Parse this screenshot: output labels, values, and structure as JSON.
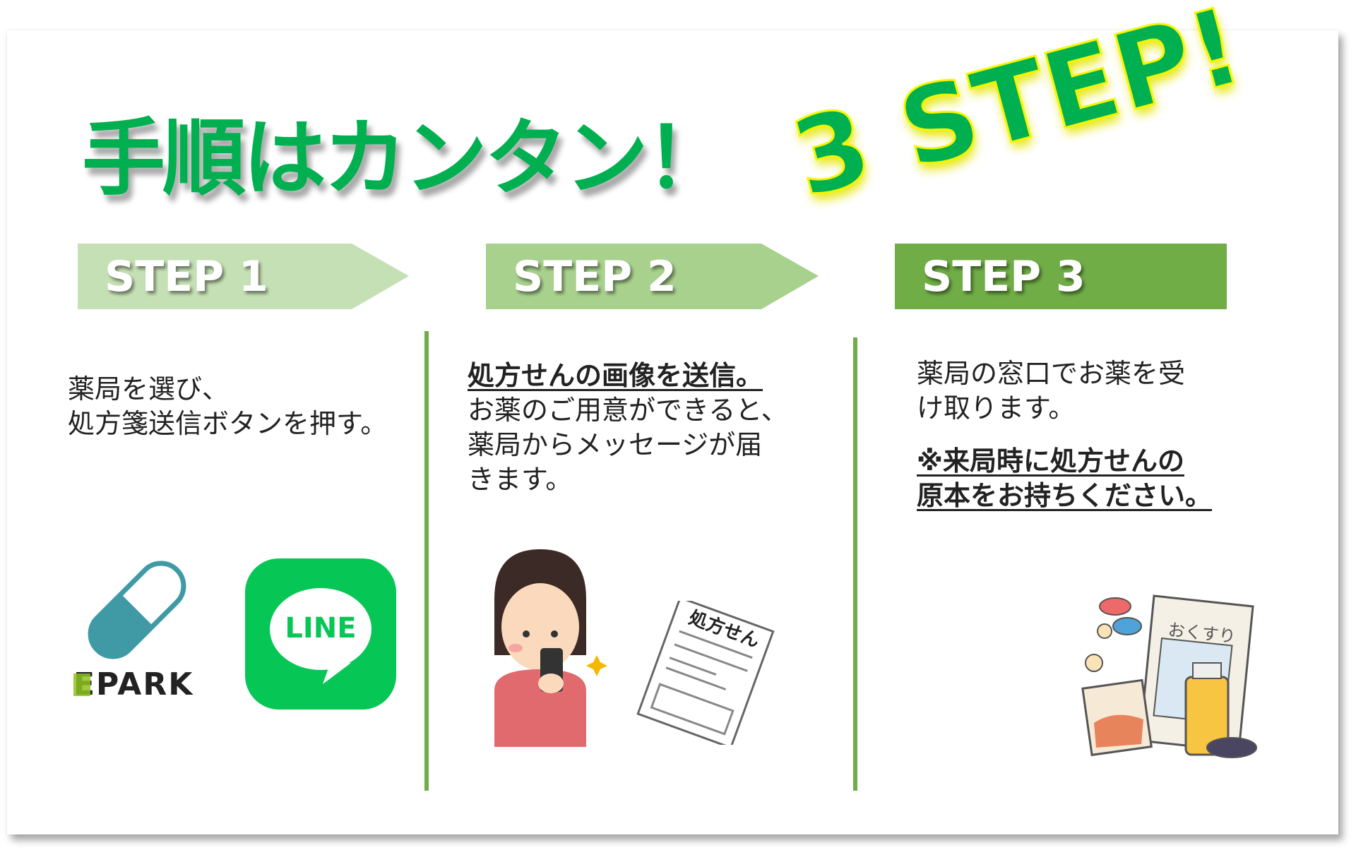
{
  "title": "手順はカンタン！",
  "title_accent": "3 STEP!",
  "steps": [
    {
      "label": "STEP 1",
      "lines": [
        "薬局を選び、",
        "処方箋送信ボタンを押す。"
      ],
      "logos": {
        "epark": "EPARK",
        "line": "LINE"
      }
    },
    {
      "label": "STEP 2",
      "emphasis": "処方せんの画像を送信。",
      "lines": [
        "お薬のご用意ができると、",
        "薬局からメッセージが届",
        "きます。"
      ],
      "prescription_label": "処方せん"
    },
    {
      "label": "STEP 3",
      "lines": [
        "薬局の窓口でお薬を受",
        "け取ります。"
      ],
      "note": [
        "※来局時に処方せんの",
        "原本をお持ちください。"
      ],
      "medicine_label": "おくすり"
    }
  ],
  "colors": {
    "title": "#00b050",
    "step1": "#c5e0b4",
    "step2": "#a9d18e",
    "step3": "#70ad47",
    "line": "#06c755"
  }
}
